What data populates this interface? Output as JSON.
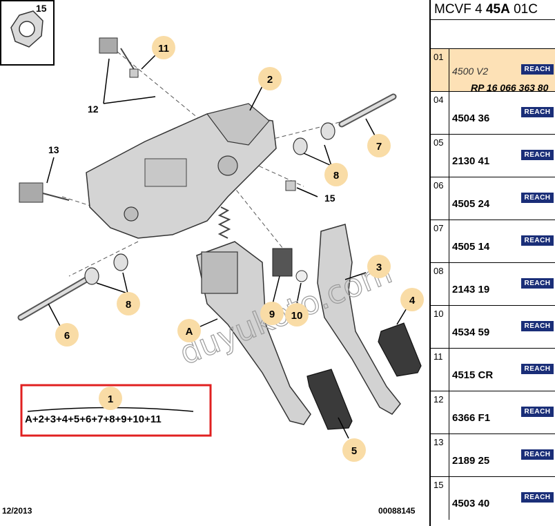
{
  "header": {
    "prefix": "MCVF 4",
    "code_bold": "45A",
    "suffix": "01C"
  },
  "diagram": {
    "callouts": [
      "1",
      "2",
      "3",
      "4",
      "5",
      "6",
      "7",
      "8",
      "8",
      "9",
      "10",
      "11",
      "A"
    ],
    "plain_labels": [
      "12",
      "13",
      "15",
      "15"
    ],
    "formula": "A+2+3+4+5+6+7+8+9+10+11",
    "watermark": "duyukoto.com",
    "date": "12/2013",
    "drawing_number": "00088145"
  },
  "parts": [
    {
      "index": "01",
      "code": "4500 V2",
      "reference": "RP 16 066 363 80",
      "badge": "REACH",
      "highlighted": true
    },
    {
      "index": "04",
      "code": "4504 36",
      "badge": "REACH"
    },
    {
      "index": "05",
      "code": "2130 41",
      "badge": "REACH"
    },
    {
      "index": "06",
      "code": "4505 24",
      "badge": "REACH"
    },
    {
      "index": "07",
      "code": "4505 14",
      "badge": "REACH"
    },
    {
      "index": "08",
      "code": "2143 19",
      "badge": "REACH"
    },
    {
      "index": "10",
      "code": "4534 59",
      "badge": "REACH"
    },
    {
      "index": "11",
      "code": "4515 CR",
      "badge": "REACH"
    },
    {
      "index": "12",
      "code": "6366 F1",
      "badge": "REACH"
    },
    {
      "index": "13",
      "code": "2189 25",
      "badge": "REACH"
    },
    {
      "index": "15",
      "code": "4503 40",
      "badge": "REACH"
    }
  ],
  "colors": {
    "callout_fill": "#f9dca6",
    "highlight_row": "#fde1b6",
    "reach_badge": "#1a2e78",
    "formula_box": "#e02020"
  }
}
